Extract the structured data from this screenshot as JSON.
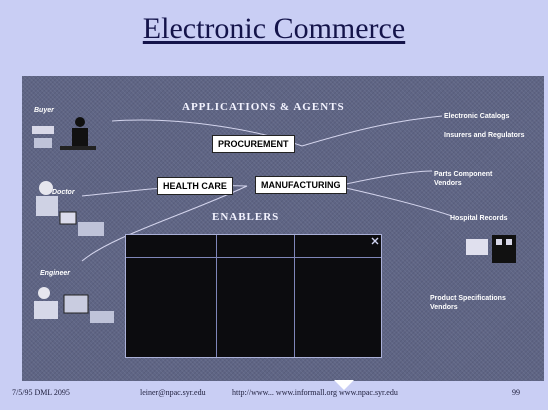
{
  "slide": {
    "title": "Electronic Commerce"
  },
  "diagram": {
    "top_band": "APPLICATIONS & AGENTS",
    "bottom_band": "ENABLERS",
    "apps": {
      "procurement": "PROCUREMENT",
      "health_care": "HEALTH CARE",
      "manufacturing": "MANUFACTURING"
    },
    "left_labels": {
      "buyer": "Buyer",
      "doctor": "Doctor",
      "engineer": "Engineer"
    },
    "right_labels": {
      "electronic_catalogs": "Electronic Catalogs",
      "insurers": "Insurers and Regulators",
      "parts": "Parts Component Vendors",
      "hospital_records": "Hospital Records",
      "manufacturer": "Product Specifications Vendors"
    }
  },
  "footer": {
    "date": "7/5/95 DML 2095",
    "email": "leiner@npac.syr.edu",
    "url": "http://www... www.informall.org www.npac.syr.edu",
    "page": "99"
  },
  "colors": {
    "background": "#c9cef4",
    "panel": "#5f6585",
    "title": "#14144a"
  }
}
